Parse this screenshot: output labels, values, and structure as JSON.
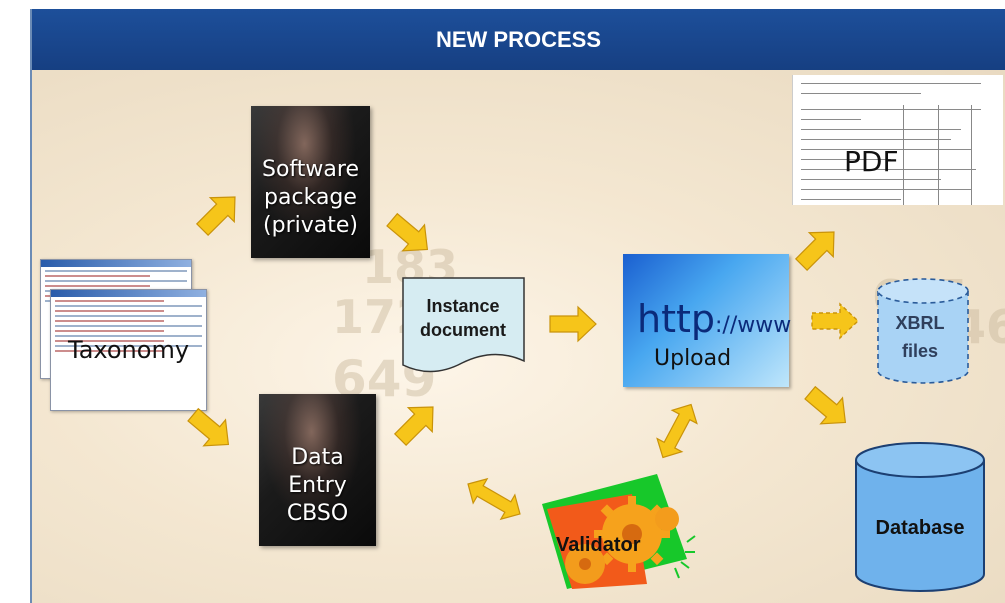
{
  "header": {
    "title": "NEW PROCESS"
  },
  "nodes": {
    "software": [
      "Software",
      "package",
      "(private)"
    ],
    "data_entry": [
      "Data",
      "Entry",
      "CBSO"
    ],
    "taxonomy": "Taxonomy",
    "instance": [
      "Instance",
      "document"
    ],
    "upload_http": "http",
    "upload_www": "://www",
    "upload": "Upload",
    "pdf": "PDF",
    "xbrl": [
      "XBRL",
      "files"
    ],
    "database": "Database",
    "validator": "Validator"
  },
  "colors": {
    "header_bg": "#1d4f9a",
    "arrow_fill": "#f6c51a",
    "arrow_stroke": "#c9930a",
    "instance_fill": "#d6ecf2",
    "cylinder_fill": "#6fb2ec",
    "xbrl_fill": "#a9d3f5"
  },
  "icons": [
    "keyboard-hands-photo",
    "document-list-screenshot",
    "gear-icon",
    "cylinder-database-icon"
  ]
}
